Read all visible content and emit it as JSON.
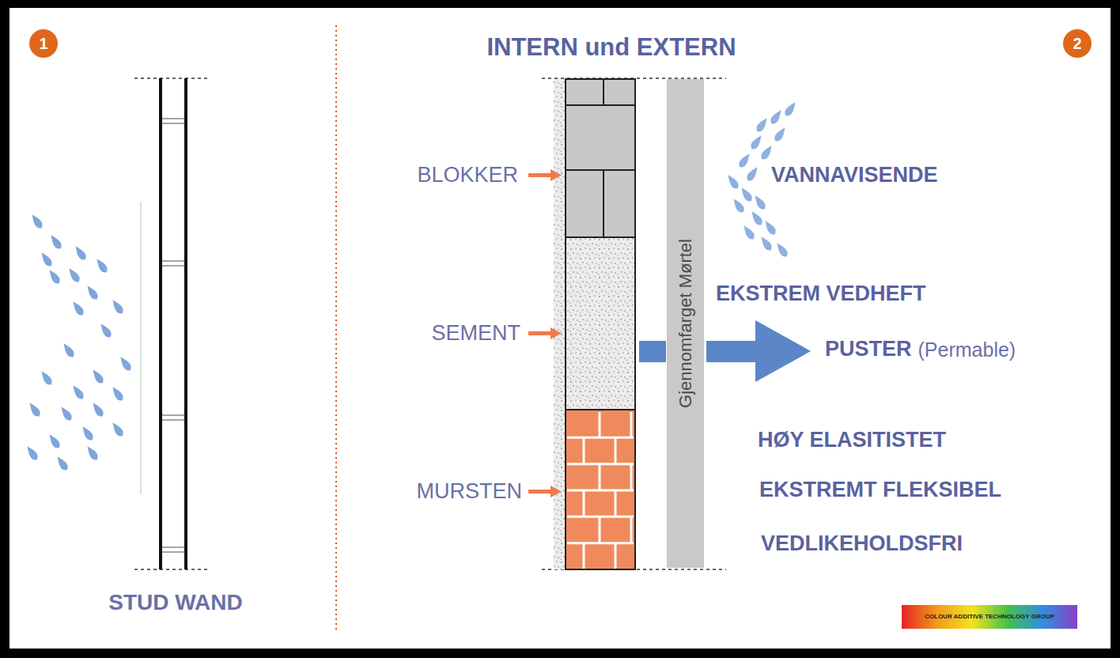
{
  "diagram": {
    "title": "INTERN und EXTERN",
    "nodes": [
      {
        "text": [
          "Gjennomfarget Mørtel"
        ]
      }
    ],
    "labels": [
      "1",
      "STUD WAND",
      "2",
      "BLOKKER",
      "SEMENT",
      "MURSTEN",
      "VANNAVISENDE",
      "EKSTREM VEDHEFT",
      "PUSTER",
      "(Permable)",
      "HØY ELASITISTET",
      "EKSTREMT FLEKSIBEL",
      "VEDLIKEHOLDSFRI",
      "COLOUR ADDITIVE TECHNOLOGY GROUP"
    ]
  }
}
